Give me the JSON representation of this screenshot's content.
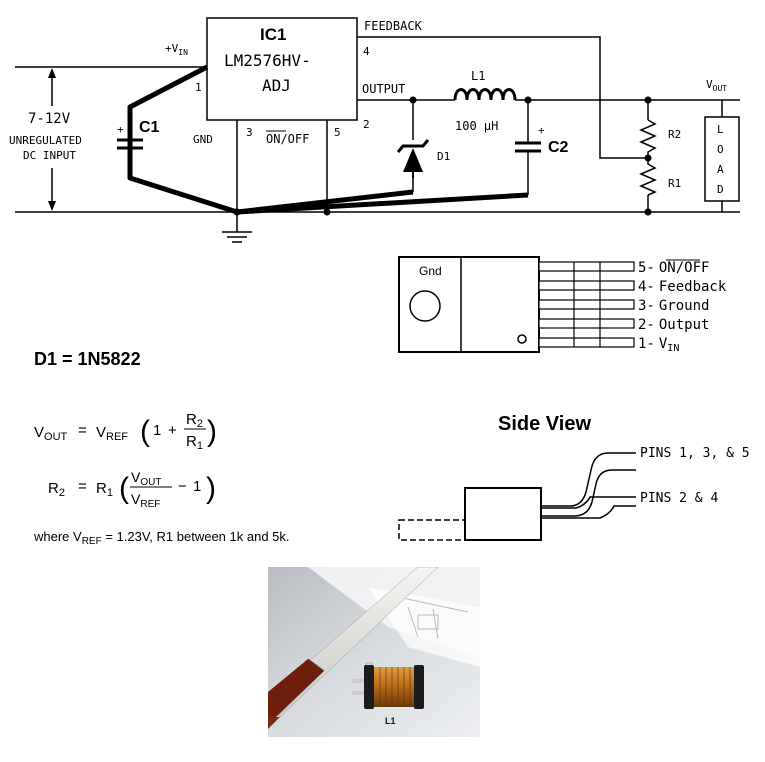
{
  "schematic": {
    "ic": {
      "name": "IC1",
      "part_line1": "LM2576HV-",
      "part_line2": "ADJ"
    },
    "vin_label": "+V",
    "vin_sub": "IN",
    "feedback_label": "FEEDBACK",
    "output_label": "OUTPUT",
    "gnd_label": "GND",
    "onoff_label": "ON/OFF",
    "pins": {
      "p1": "1",
      "p2": "2",
      "p3": "3",
      "p4": "4",
      "p5": "5"
    },
    "input": {
      "voltage": "7-12V",
      "line2": "UNREGULATED",
      "line3": "DC INPUT"
    },
    "c1": {
      "name": "C1",
      "polarity": "+"
    },
    "c2": {
      "name": "C2",
      "polarity": "+"
    },
    "l1": {
      "name": "L1",
      "value": "100 μH"
    },
    "d1_name": "D1",
    "r1": "R1",
    "r2": "R2",
    "vout_label": "V",
    "vout_sub": "OUT",
    "load": [
      "L",
      "O",
      "A",
      "D"
    ]
  },
  "package": {
    "gnd_tab": "Gnd",
    "pin_labels": [
      {
        "num": "5-",
        "name": "ON/OFF",
        "overline": true
      },
      {
        "num": "4-",
        "name": "Feedback"
      },
      {
        "num": "3-",
        "name": "Ground"
      },
      {
        "num": "2-",
        "name": "Output"
      },
      {
        "num": "1-",
        "name": "V",
        "sub": "IN"
      }
    ]
  },
  "side_view": {
    "title": "Side View",
    "pins_top": "PINS  1, 3, & 5",
    "pins_bottom": "PINS  2 & 4"
  },
  "notes": {
    "d1": "D1 = 1N5822",
    "formula1": {
      "lhs": "V",
      "lhs_sub": "OUT",
      "eq": "=",
      "vref": "V",
      "vref_sub": "REF",
      "one": "1",
      "plus": "+",
      "num": "R",
      "num_sub": "2",
      "den": "R",
      "den_sub": "1"
    },
    "formula2": {
      "lhs": "R",
      "lhs_sub": "2",
      "eq": "=",
      "r1": "R",
      "r1_sub": "1",
      "num": "V",
      "num_sub": "OUT",
      "den": "V",
      "den_sub": "REF",
      "minus": "−",
      "one": "1"
    },
    "where": {
      "pre": "where V",
      "sub": "REF",
      "post": " = 1.23V, R1 between 1k and 5k."
    }
  },
  "photo": {
    "caption": "L1"
  }
}
